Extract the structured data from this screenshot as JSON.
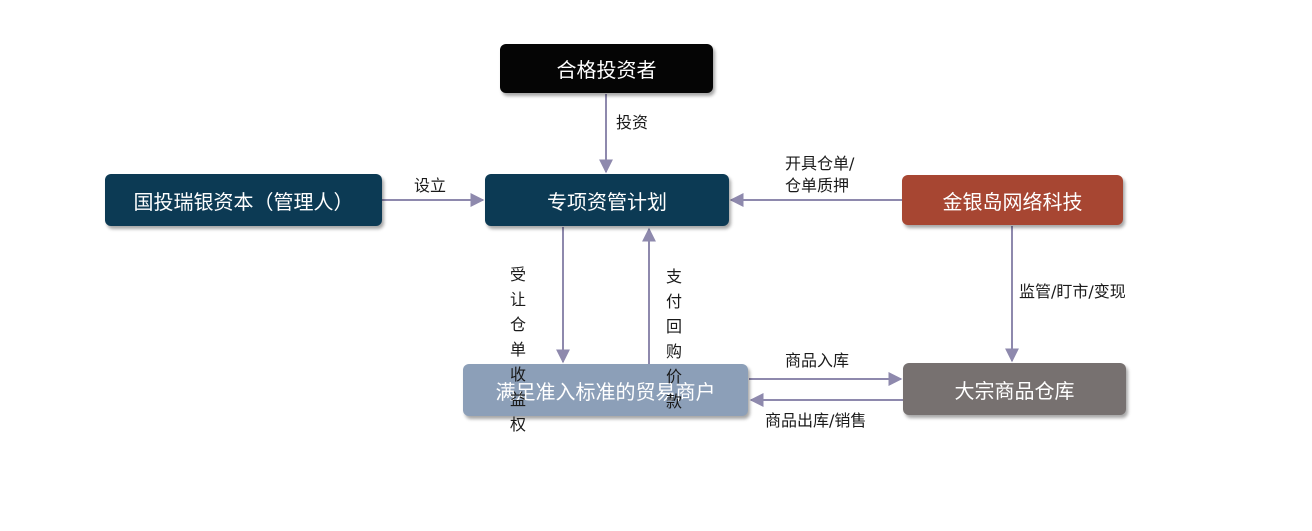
{
  "colors": {
    "investor": "#050505",
    "manager": "#0c3a54",
    "plan": "#0c3a54",
    "tech": "#a74632",
    "merchant": "#8c9fb8",
    "warehouse": "#777170",
    "arrow": "#8e89ad"
  },
  "nodes": {
    "investor": "合格投资者",
    "manager": "国投瑞银资本（管理人）",
    "plan": "专项资管计划",
    "tech": "金银岛网络科技",
    "merchant": "满足准入标准的贸易商户",
    "warehouse": "大宗商品仓库"
  },
  "edges": {
    "invest": "投资",
    "setup": "设立",
    "receipt_line1": "开具仓单/",
    "receipt_line2": "仓单质押",
    "transfer": "受让仓单收益权",
    "pay": "支付回购价款",
    "supervise": "监管/盯市/变现",
    "inbound": "商品入库",
    "outbound": "商品出库/销售"
  }
}
